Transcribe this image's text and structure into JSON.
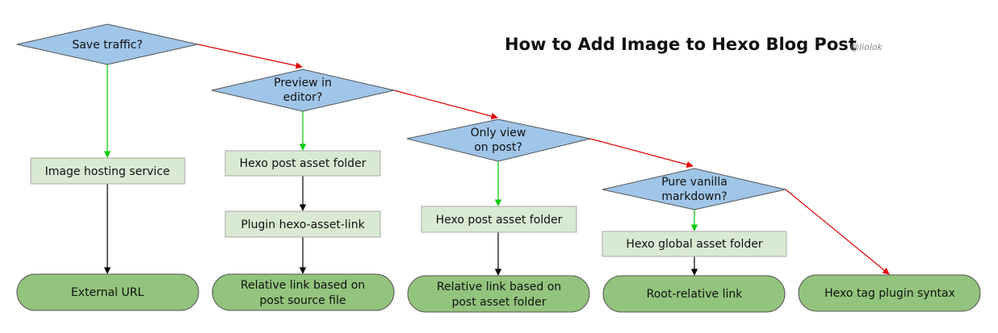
{
  "title": "How to Add Image to Hexo Blog Post",
  "author": "@liolok",
  "colors": {
    "decision_fill": "#9fc5e8",
    "process_fill": "#d9ead3",
    "terminal_fill": "#93c47d",
    "yes_edge": "#00cc00",
    "no_edge": "#e00000",
    "flow_edge": "#000000",
    "border": "#555555"
  },
  "decisions": {
    "save_traffic": [
      "Save traffic?"
    ],
    "preview_in_editor": [
      "Preview in",
      "editor?"
    ],
    "only_view_on_post": [
      "Only view",
      "on post?"
    ],
    "pure_vanilla_markdown": [
      "Pure vanilla",
      "markdown?"
    ]
  },
  "processes": {
    "image_hosting_service": "Image hosting service",
    "hexo_post_asset_folder_1": "Hexo post asset folder",
    "plugin_hexo_asset_link": "Plugin hexo-asset-link",
    "hexo_post_asset_folder_2": "Hexo post asset folder",
    "hexo_global_asset_folder": "Hexo global asset folder"
  },
  "terminals": {
    "external_url": [
      "External URL"
    ],
    "relative_link_source": [
      "Relative link based on",
      "post source file"
    ],
    "relative_link_asset": [
      "Relative link based on",
      "post asset folder"
    ],
    "root_relative_link": [
      "Root-relative link"
    ],
    "tag_plugin_syntax": [
      "Hexo tag plugin syntax"
    ]
  }
}
